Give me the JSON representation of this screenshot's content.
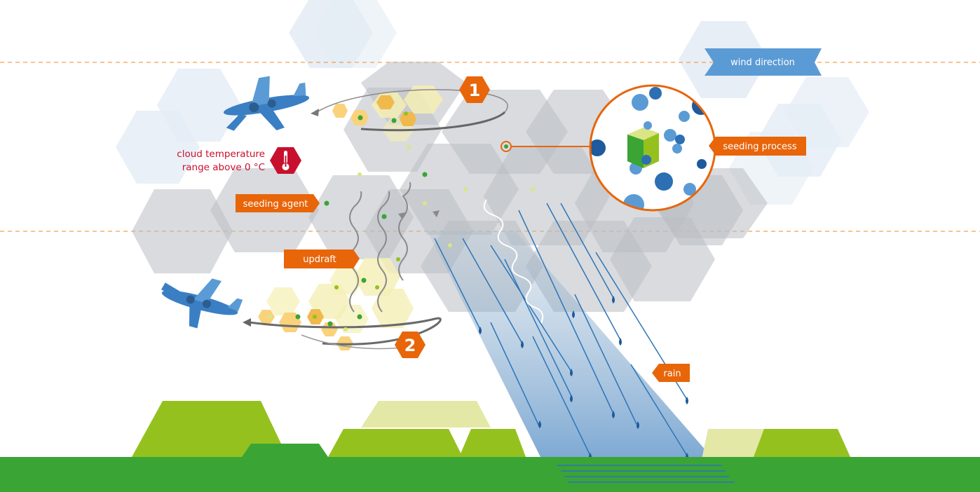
{
  "title": "Cloud seeding",
  "labels": {
    "wind_direction": "wind direction",
    "seeding_process": "seeding process",
    "cloud_temperature_line1": "cloud temperature",
    "cloud_temperature_line2": "range above 0 °C",
    "seeding_agent": "seeding agent",
    "updraft": "updraft",
    "rain": "rain"
  },
  "markers": {
    "step1": "1",
    "step2": "2"
  },
  "icons": {
    "airplane_top": "airplane-icon",
    "airplane_bottom": "airplane-icon",
    "thermometer": "thermometer-icon",
    "magnifier": "magnifier-icon"
  },
  "colors": {
    "orange": "#e8650a",
    "wind_blue": "#5b9bd5",
    "alert_red": "#c8102e",
    "cloud_grey": "#b9bec3",
    "ground_green": "#3aa535",
    "hill_green": "#95c11f",
    "rain_blue": "#2e75b6"
  }
}
